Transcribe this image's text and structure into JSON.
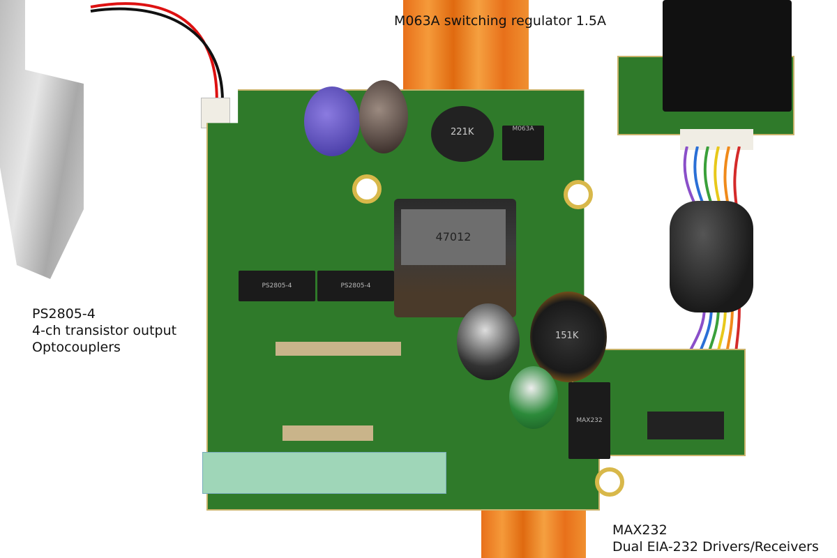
{
  "annotations": {
    "regulator": "M063A switching regulator 1.5A",
    "optocoupler": [
      "PS2805-4",
      "4-ch transistor output",
      "Optocouplers"
    ],
    "max232": [
      "MAX232",
      "Dual EIA-232 Drivers/Receivers"
    ]
  },
  "chip_markings": {
    "inductor1": "221K",
    "transformer": "47012",
    "inductor2": "151K",
    "regulator_chip": "M063A",
    "max232_chip": "MAX232",
    "opto1": "PS2805-4",
    "opto2": "PS2805-4"
  }
}
